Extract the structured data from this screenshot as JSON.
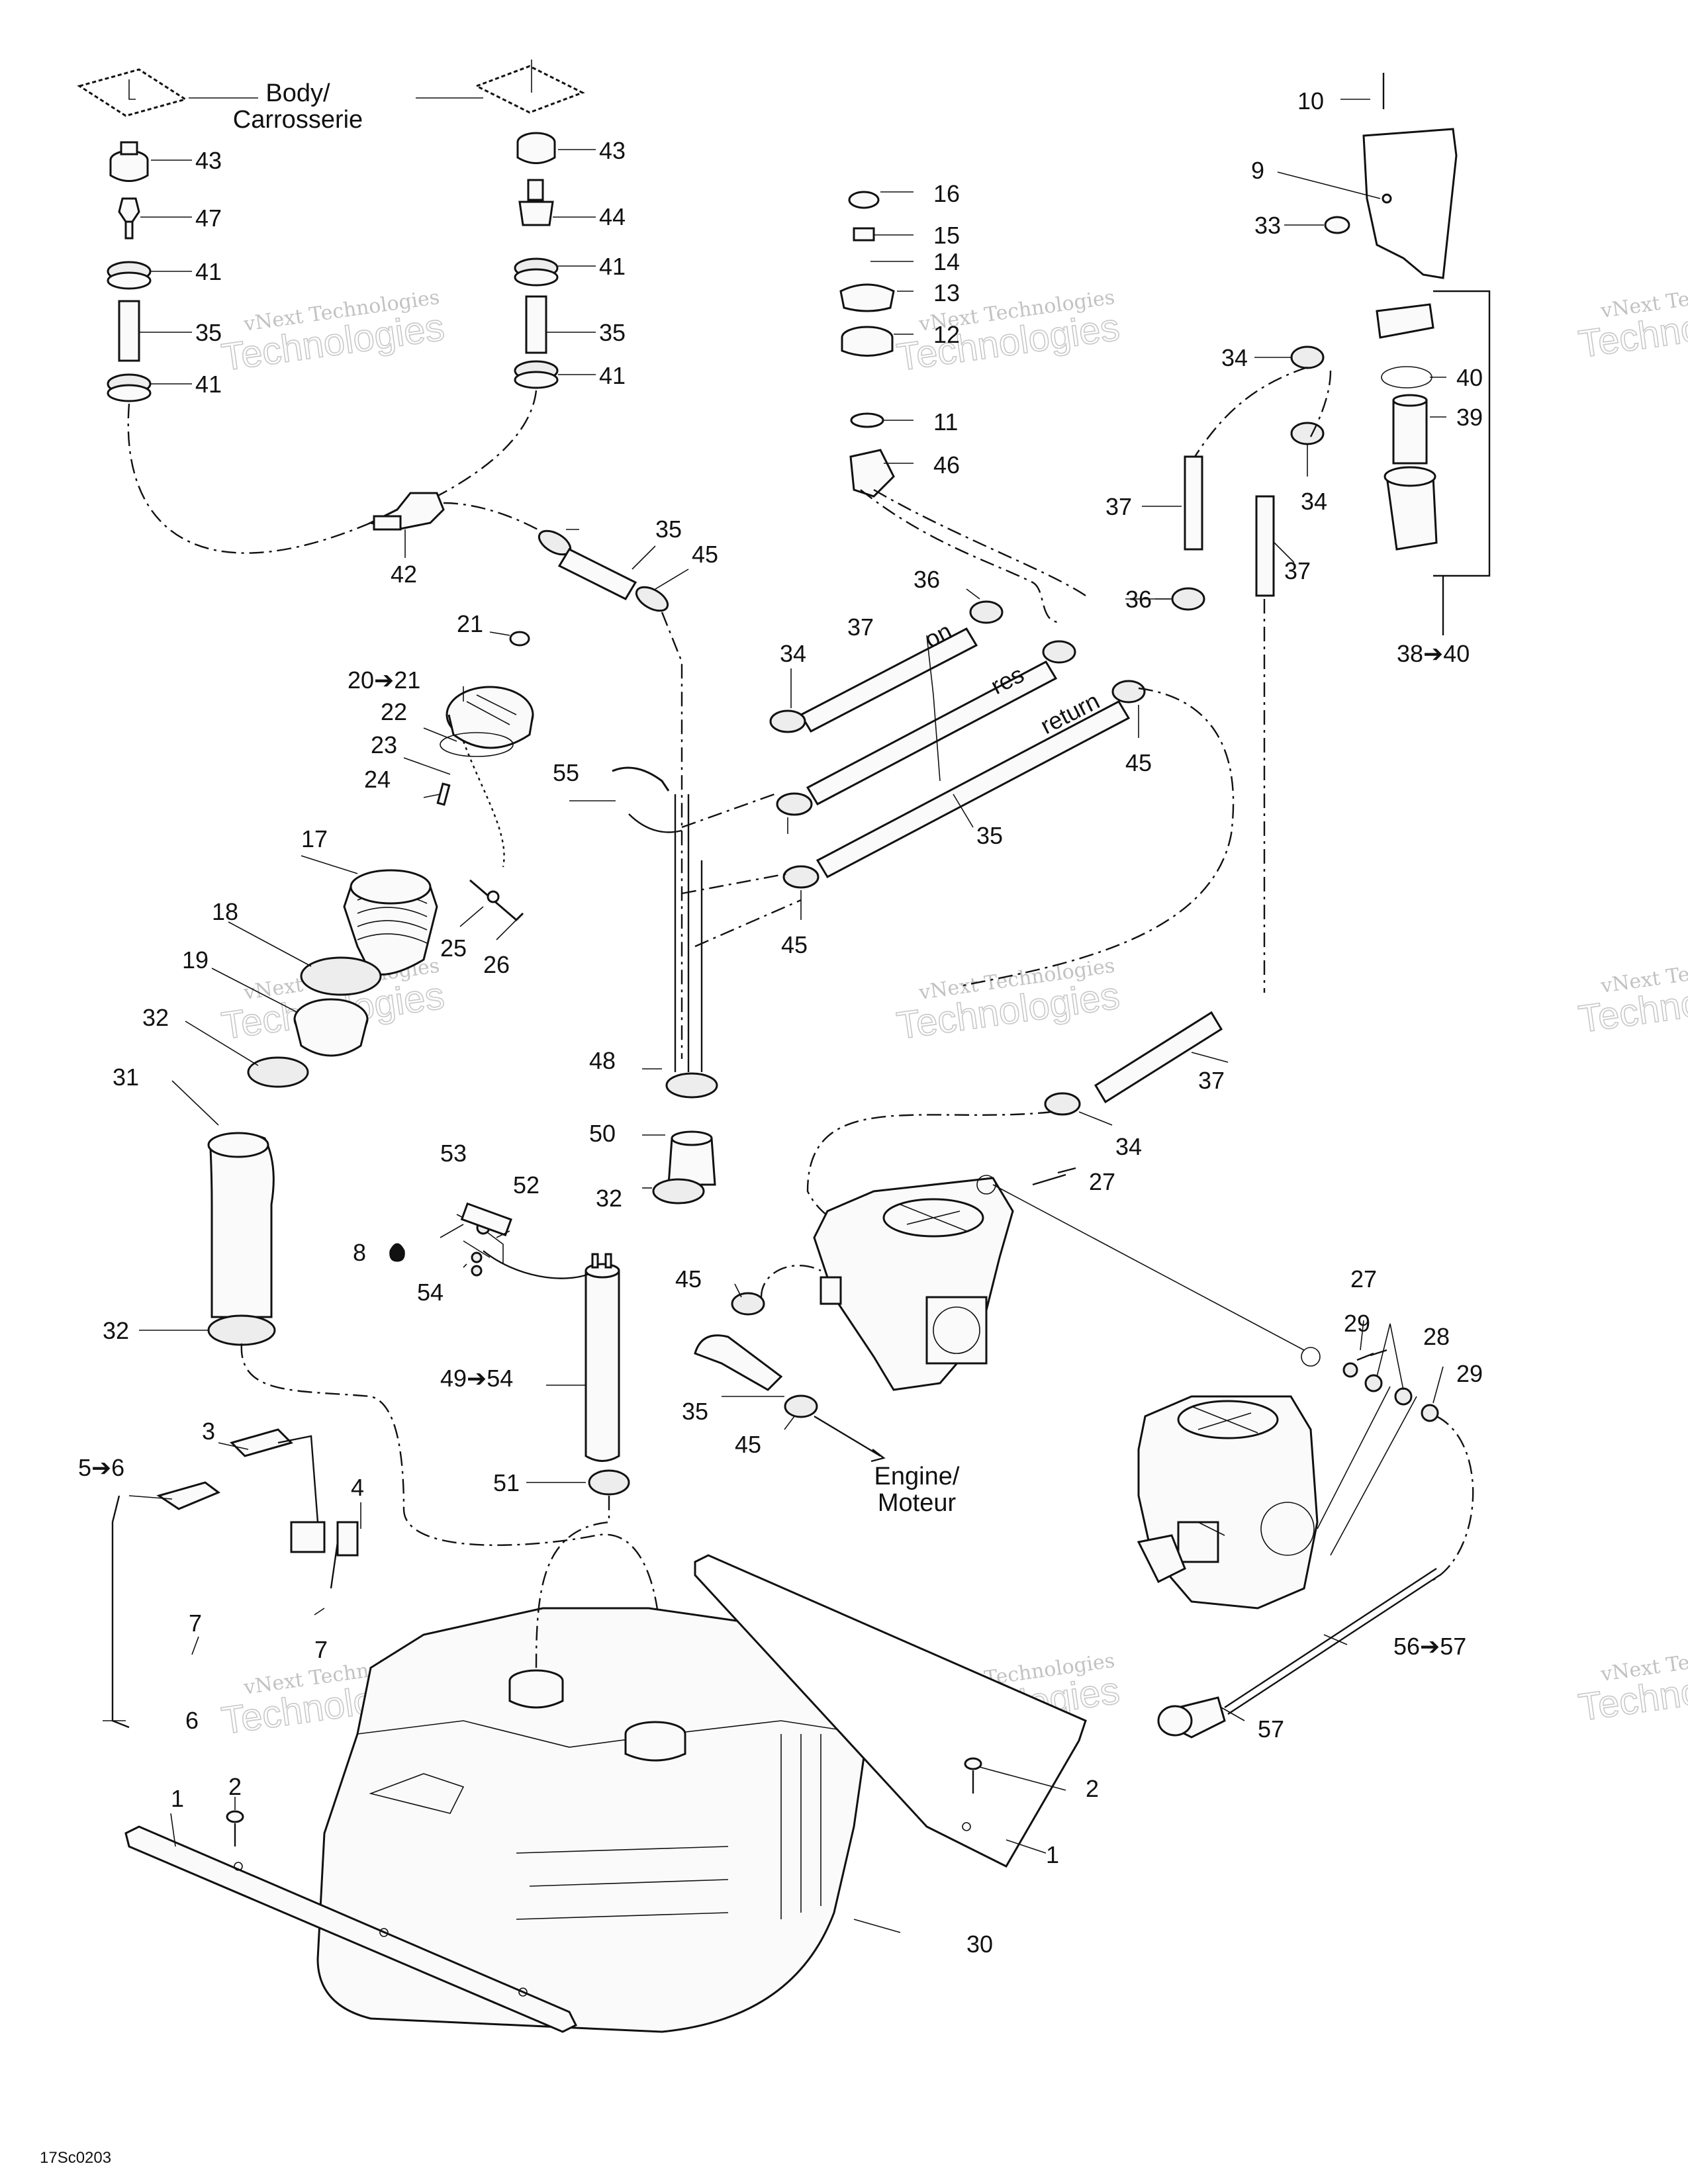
{
  "figure_code": "17Sc0203",
  "watermark": {
    "line1": "vNext Technologies",
    "line2": "Technologies"
  },
  "text_labels": {
    "body_line1": "Body/",
    "body_line2": "Carrosserie",
    "engine_line1": "Engine/",
    "engine_line2": "Moteur",
    "hose_on": "on",
    "hose_res": "res",
    "hose_return": "return"
  },
  "callouts": [
    "1",
    "1",
    "2",
    "2",
    "3",
    "4",
    "5➔6",
    "6",
    "7",
    "7",
    "8",
    "9",
    "10",
    "11",
    "12",
    "13",
    "14",
    "15",
    "16",
    "17",
    "18",
    "19",
    "20➔21",
    "21",
    "22",
    "23",
    "24",
    "25",
    "26",
    "27",
    "27",
    "28",
    "29",
    "29",
    "30",
    "31",
    "32",
    "32",
    "32",
    "33",
    "34",
    "34",
    "34",
    "34",
    "35",
    "35",
    "35",
    "35",
    "35",
    "36",
    "36",
    "37",
    "37",
    "37",
    "37",
    "38➔40",
    "39",
    "40",
    "41",
    "41",
    "41",
    "41",
    "42",
    "43",
    "43",
    "44",
    "45",
    "45",
    "45",
    "45",
    "45",
    "46",
    "47",
    "48",
    "49➔54",
    "50",
    "51",
    "52",
    "53",
    "54",
    "55",
    "56➔57",
    "57"
  ],
  "colors": {
    "ink": "#111111",
    "watermark": "#b4b4b4",
    "background": "#ffffff"
  }
}
